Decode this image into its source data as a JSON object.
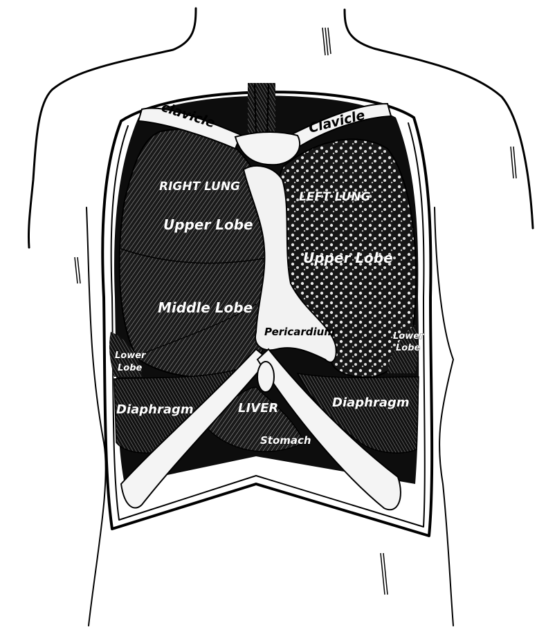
{
  "diagram": {
    "labels": {
      "clavicle_right": "clavicle",
      "clavicle_left": "Clavicle",
      "right_lung": "RIGHT LUNG",
      "right_upper_lobe": "Upper Lobe",
      "right_middle_lobe": "Middle Lobe",
      "right_lower_lobe_1": "Lower",
      "right_lower_lobe_2": "Lobe",
      "left_lung": "LEFT LUNG",
      "left_upper_lobe": "Upper Lobe",
      "left_lower_lobe_1": "Lower",
      "left_lower_lobe_2": "Lobe",
      "pericardium": "Pericardium",
      "diaphragm_right": "Diaphragm",
      "diaphragm_left": "Diaphragm",
      "liver": "LIVER",
      "stomach": "Stomach"
    }
  }
}
